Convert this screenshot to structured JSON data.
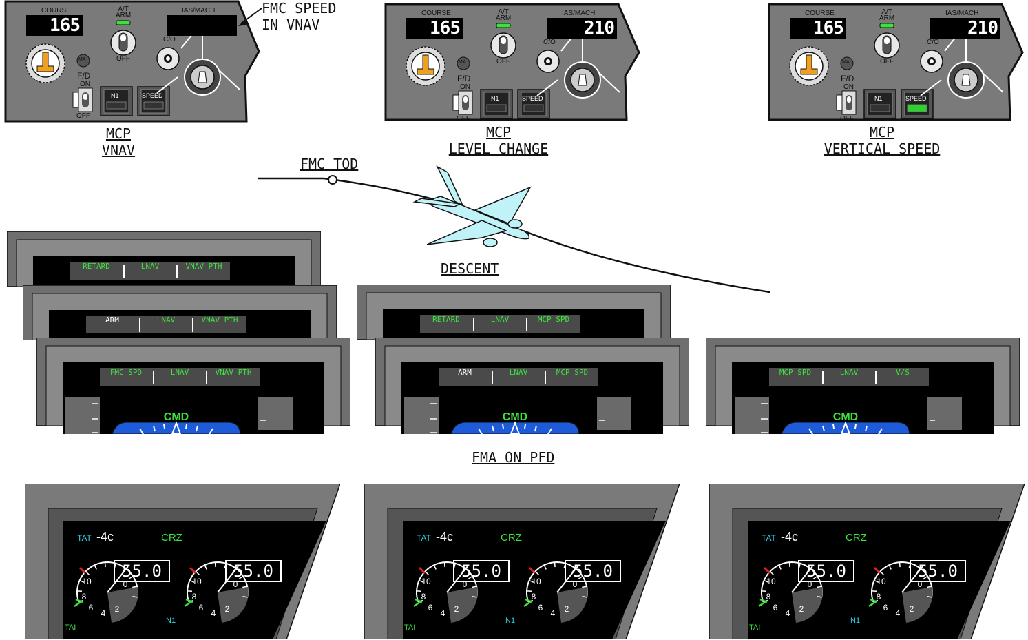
{
  "mcp_panels": [
    {
      "title": "MCP",
      "subtitle": "VNAV",
      "course": "165",
      "ias": "",
      "speed_lit": false
    },
    {
      "title": "MCP",
      "subtitle": "LEVEL CHANGE",
      "course": "165",
      "ias": "210",
      "speed_lit": false
    },
    {
      "title": "MCP",
      "subtitle": "VERTICAL SPEED",
      "course": "165",
      "ias": "210",
      "speed_lit": true
    }
  ],
  "mcp_labels": {
    "course": "COURSE",
    "at_arm": "A/T\nARM",
    "ias_mach": "IAS/MACH",
    "co": "C/O",
    "ma": "MA",
    "fd": "F/D",
    "on": "ON",
    "off": "OFF",
    "n1": "N1",
    "speed": "SPEED"
  },
  "annotations": {
    "fmc_speed_line1": "FMC SPEED",
    "fmc_speed_line2": "IN VNAV",
    "fmc_tod": "FMC TOD",
    "descent": "DESCENT",
    "fma_on_pfd": "FMA ON PFD"
  },
  "fma_groups": [
    {
      "screens": [
        {
          "modes": [
            "RETARD",
            "LNAV",
            "VNAV PTH"
          ],
          "colors": [
            "green",
            "green",
            "green"
          ]
        },
        {
          "modes": [
            "ARM",
            "LNAV",
            "VNAV PTH"
          ],
          "colors": [
            "white",
            "green",
            "green"
          ]
        },
        {
          "modes": [
            "FMC SPD",
            "LNAV",
            "VNAV PTH"
          ],
          "colors": [
            "green",
            "green",
            "green"
          ]
        }
      ]
    },
    {
      "screens": [
        {
          "modes": [
            "RETARD",
            "LNAV",
            "MCP SPD"
          ],
          "colors": [
            "green",
            "green",
            "green"
          ]
        },
        {
          "modes": [
            "ARM",
            "LNAV",
            "MCP SPD"
          ],
          "colors": [
            "white",
            "green",
            "green"
          ]
        }
      ]
    },
    {
      "screens": [
        {
          "modes": [
            "MCP SPD",
            "LNAV",
            "V/S"
          ],
          "colors": [
            "green",
            "green",
            "green"
          ]
        }
      ]
    }
  ],
  "cmd_label": "CMD",
  "engine_displays": [
    {
      "tat_label": "TAT",
      "tat_value": "-4c",
      "thrust_mode": "CRZ",
      "n1_left": "55.0",
      "n1_right": "55.0",
      "tai_label": "TAI",
      "n1_label": "N1"
    },
    {
      "tat_label": "TAT",
      "tat_value": "-4c",
      "thrust_mode": "CRZ",
      "n1_left": "55.0",
      "n1_right": "55.0",
      "tai_label": "TAI",
      "n1_label": "N1"
    },
    {
      "tat_label": "TAT",
      "tat_value": "-4c",
      "thrust_mode": "CRZ",
      "n1_left": "55.0",
      "n1_right": "55.0",
      "tai_label": "TAI",
      "n1_label": "N1"
    }
  ],
  "gauge_ticks": [
    "10",
    "8",
    "6",
    "4",
    "2",
    "0"
  ],
  "colors": {
    "fma_green": "#3ce23c",
    "cyan": "#2ed3e6",
    "attitude_blue": "#1e5bd8",
    "panel_gray": "#7a7a7a",
    "speed_lit": "#2cd32c",
    "aircraft": "#bff3f8"
  }
}
